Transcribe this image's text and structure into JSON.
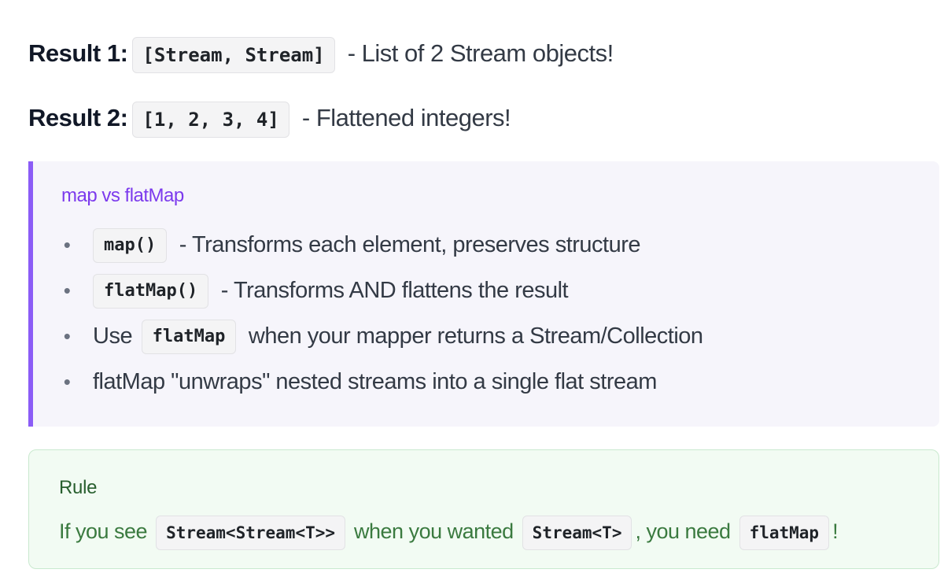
{
  "results": [
    {
      "label": "Result 1:",
      "code": "[Stream, Stream]",
      "text": " - List of 2 Stream objects!"
    },
    {
      "label": "Result 2:",
      "code": "[1, 2, 3, 4]",
      "text": " - Flattened integers!"
    }
  ],
  "comparison": {
    "title": "map vs flatMap",
    "bullets": [
      {
        "code": "map()",
        "text": " - Transforms each element, preserves structure"
      },
      {
        "code": "flatMap()",
        "text": " - Transforms AND flattens the result"
      },
      {
        "prefix": "Use ",
        "code": "flatMap",
        "text": " when your mapper returns a Stream/Collection"
      },
      {
        "text": "flatMap \"unwraps\" nested streams into a single flat stream"
      }
    ]
  },
  "rule": {
    "title": "Rule",
    "part1": "If you see ",
    "code1": "Stream<Stream<T>>",
    "part2": " when you wanted ",
    "code2": "Stream<T>",
    "part3": ", you need ",
    "code3": "flatMap",
    "part4": "!"
  },
  "colors": {
    "accent_purple": "#8b5cf6",
    "title_purple": "#7c3aed",
    "rule_green": "#3a7a3f"
  }
}
